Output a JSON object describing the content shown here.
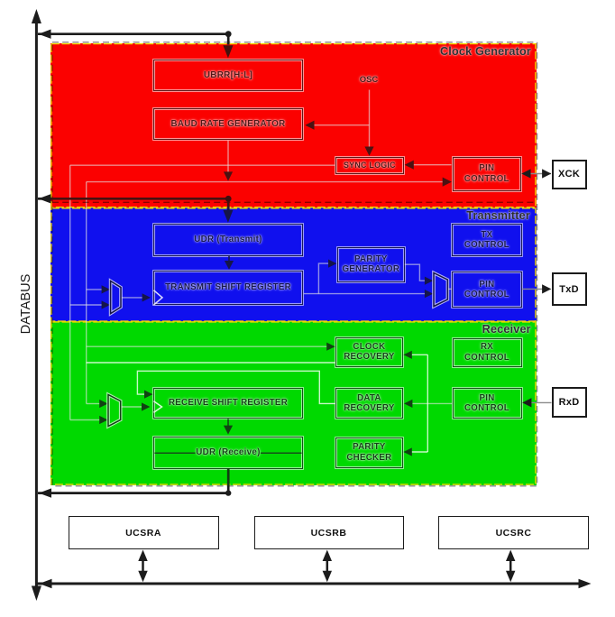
{
  "diagram": {
    "databus_label": "DATABUS",
    "regions": {
      "clock_generator": {
        "label": "Clock Generator",
        "color": "#fb0100"
      },
      "transmitter": {
        "label": "Transmitter",
        "color": "#1010ee"
      },
      "receiver": {
        "label": "Receiver",
        "color": "#00d900"
      }
    },
    "blocks": {
      "ubrr": "UBRR[H:L]",
      "baud_rate_generator": "BAUD RATE GENERATOR",
      "osc": "OSC",
      "sync_logic": "SYNC LOGIC",
      "pin_control": "PIN\nCONTROL",
      "udr_transmit": "UDR (Transmit)",
      "transmit_shift_register": "TRANSMIT SHIFT REGISTER",
      "parity_generator": "PARITY\nGENERATOR",
      "tx_control": "TX\nCONTROL",
      "clock_recovery": "CLOCK\nRECOVERY",
      "data_recovery": "DATA\nRECOVERY",
      "parity_checker": "PARITY\nCHECKER",
      "rx_control": "RX\nCONTROL",
      "receive_shift_register": "RECEIVE SHIFT REGISTER",
      "udr_receive": "UDR (Receive)"
    },
    "pins": {
      "xck": "XCK",
      "txd": "TxD",
      "rxd": "RxD"
    },
    "registers": [
      {
        "label": "UCSRA"
      },
      {
        "label": "UCSRB"
      },
      {
        "label": "UCSRC"
      }
    ],
    "colors": {
      "region_border": "#efd403",
      "outer_dashed_border": "#63636f",
      "bus": "#1c1c1c"
    }
  }
}
